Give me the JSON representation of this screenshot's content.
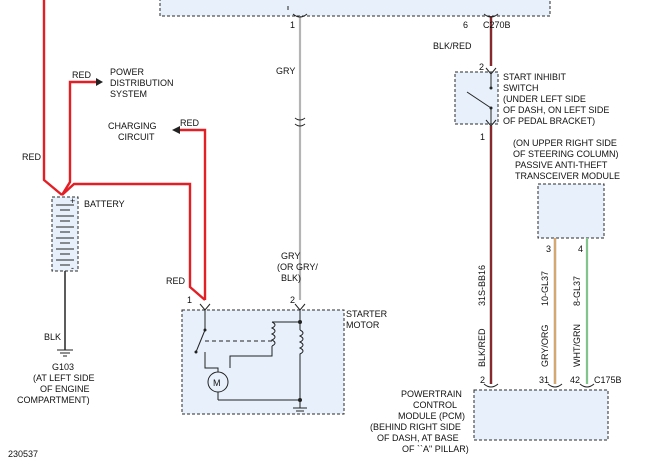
{
  "labels": {
    "red_left": "RED",
    "red_pds": "RED",
    "pds": [
      "POWER",
      "DISTRIBUTION",
      "SYSTEM"
    ],
    "red_charging": "RED",
    "charging": [
      "CHARGING",
      "CIRCUIT"
    ],
    "battery": "BATTERY",
    "battery_plus": "+",
    "battery_minus": "-",
    "blk": "BLK",
    "ground": [
      "G103",
      "(AT LEFT SIDE",
      "OF ENGINE",
      "COMPARTMENT)"
    ],
    "red_starter": "RED",
    "starter_pin1": "1",
    "starter_pin2": "2",
    "gry_top": "GRY",
    "gry_lower": [
      "GRY",
      "(OR GRY/",
      "BLK)"
    ],
    "top_pin1": "1",
    "starter_motor": [
      "STARTER",
      "MOTOR"
    ],
    "motor_symbol": "M",
    "c270b_pin": "6",
    "c270b": "C270B",
    "blkred_top": "BLK/RED",
    "inhibit_pin2": "2",
    "inhibit_pin1": "1",
    "inhibit": [
      "START INHIBIT",
      "SWITCH",
      "(UNDER LEFT SIDE",
      "OF DASH, ON LEFT SIDE",
      "OF PEDAL BRACKET)"
    ],
    "pats": [
      "(ON UPPER RIGHT SIDE",
      "OF STEERING COLUMN)",
      "PASSIVE ANTI-THEFT",
      "TRANSCEIVER MODULE"
    ],
    "pats_pin3": "3",
    "pats_pin4": "4",
    "circuit_a": "31S-BB16",
    "circuit_b": "10-GL37",
    "circuit_c": "8-GL37",
    "wire_a": "BLK/RED",
    "wire_b": "GRY/ORG",
    "wire_c": "WHT/GRN",
    "pcm_pin2": "2",
    "pcm_pin31": "31",
    "pcm_pin42": "42",
    "c175b": "C175B",
    "pcm": [
      "POWERTRAIN",
      "CONTROL",
      "MODULE (PCM)",
      "(BEHIND RIGHT SIDE",
      "OF DASH, AT BASE",
      "OF ``A\" PILLAR)"
    ],
    "figure_id": "230537"
  },
  "colors": {
    "red_wire": "#e31e24",
    "gray_wire": "#b4b4b4",
    "black_wire": "#333333",
    "orange_stripe": "#f2a03a",
    "green_stripe": "#37b34a",
    "component_fill": "#e8f1fb"
  }
}
